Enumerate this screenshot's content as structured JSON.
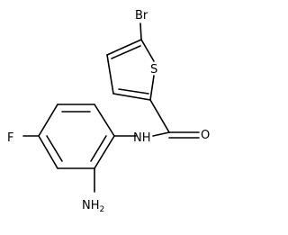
{
  "molecule": {
    "atoms": {
      "bromine": "Br",
      "sulfur": "S",
      "oxygen": "O",
      "amide_nitrogen": "NH",
      "fluorine": "F",
      "amino_nitrogen": "NH",
      "amino_subscript": "2"
    }
  }
}
